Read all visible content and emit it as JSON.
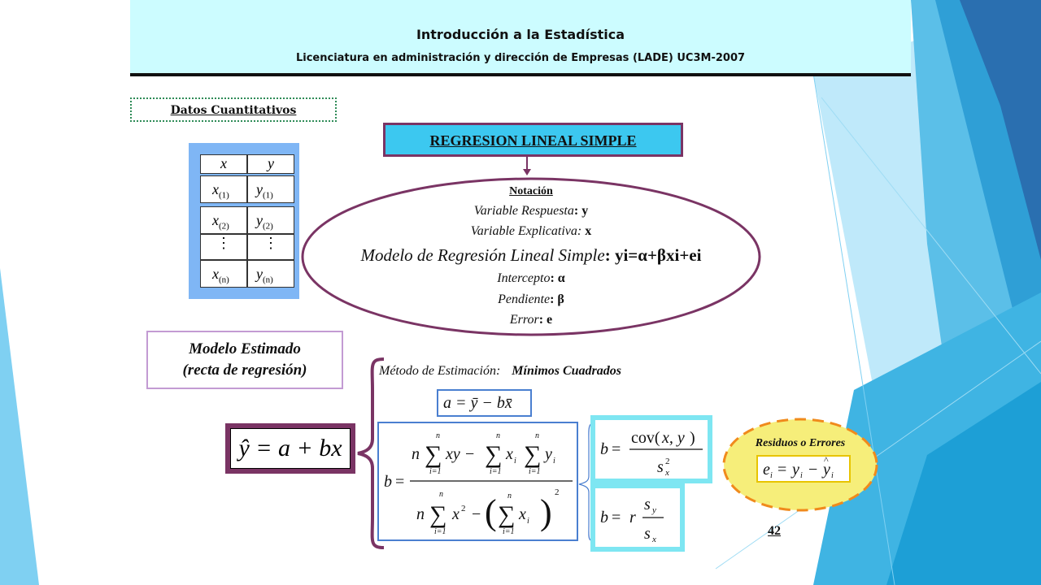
{
  "header": {
    "title": "Introducción a la Estadística",
    "subtitle": "Licenciatura en administración y dirección de Empresas (LADE) UC3M-2007"
  },
  "section_label": "Datos Cuantitativos",
  "main_title": "REGRESION LINEAL SIMPLE",
  "table": {
    "headers": [
      "x",
      "y"
    ],
    "rows": [
      {
        "x": "x",
        "xs": "(1)",
        "y": "y",
        "ys": "(1)"
      },
      {
        "x": "x",
        "xs": "(2)",
        "y": "y",
        "ys": "(2)"
      },
      {
        "x": "⋮",
        "xs": "",
        "y": "⋮",
        "ys": ""
      },
      {
        "x": "x",
        "xs": "(n)",
        "y": "y",
        "ys": "(n)"
      }
    ]
  },
  "notation": {
    "heading": "Notación",
    "response_label": "Variable Respuesta",
    "response_value": ": y",
    "explanatory_label": "Variable Explicativa:",
    "explanatory_value": " x",
    "model_label": "Modelo de Regresión Lineal Simple",
    "model_formula": ":  yi=α+βxi+ei",
    "intercept_label": "Intercepto",
    "intercept_value": ": α",
    "slope_label": "Pendiente",
    "slope_value": ": β",
    "error_label": "Error",
    "error_value": ": e"
  },
  "estimated_model": {
    "line1": "Modelo Estimado",
    "line2": "(recta de regresión)"
  },
  "fitted_line": "ŷ = a + bx",
  "method": {
    "label": "Método de Estimación:",
    "value": "Mínimos Cuadrados"
  },
  "formulas": {
    "intercept": "a = ȳ − bx̄",
    "slope_cov": "b = cov(x, y) / s²x",
    "slope_r": "b = r sy / sx"
  },
  "residuals": {
    "label": "Residuos o Errores",
    "formula": "ei = yi − ŷi"
  },
  "page_number": "42",
  "colors": {
    "header_bg": "#ccfcff",
    "title_bg": "#3cc8f0",
    "frame_purple": "#7a3464",
    "table_bg": "#7fb6f5",
    "residual_fill": "#f6ee7a",
    "residual_border": "#f08a1c"
  }
}
